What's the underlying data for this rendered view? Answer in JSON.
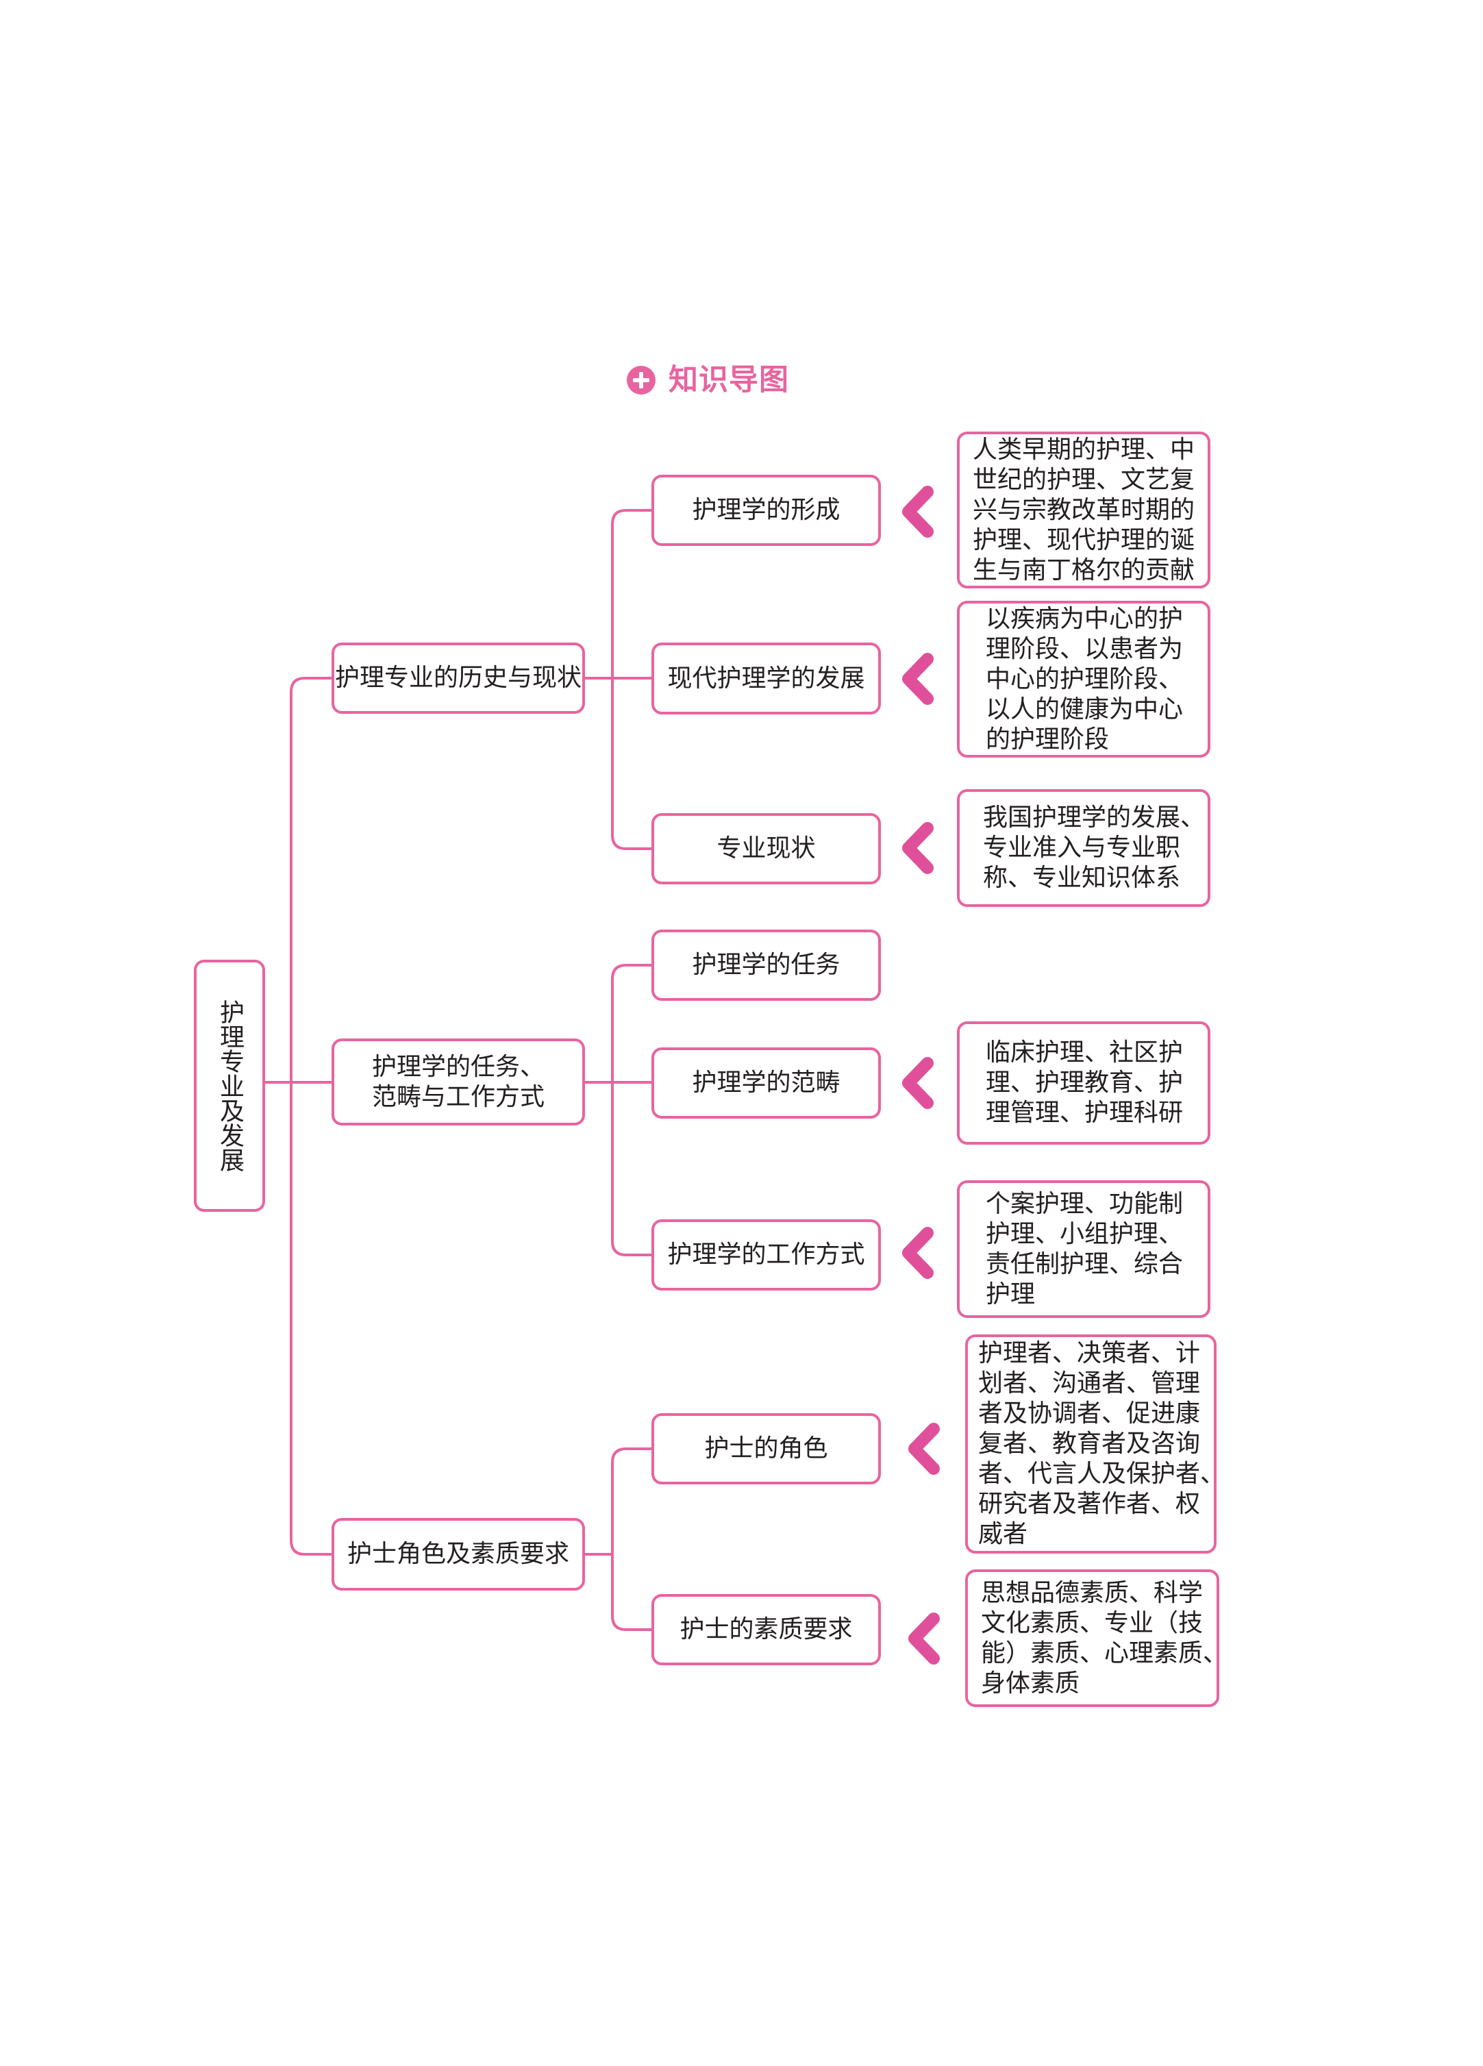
{
  "title": {
    "text": "知识导图",
    "icon": "plus-circle-icon"
  },
  "colors": {
    "accent": "#E8649F",
    "chevron": "#E0509A",
    "ink": "#231F20",
    "background": "#FFFFFF"
  },
  "chevron_icon": "chevron-left-icon",
  "root": {
    "label": "护理专业及发展"
  },
  "branches": [
    {
      "label_lines": [
        "护理专业的历史与现状"
      ],
      "children": [
        {
          "label": "护理学的形成",
          "detail_lines": [
            "人类早期的护理、中",
            "世纪的护理、文艺复",
            "兴与宗教改革时期的",
            "护理、现代护理的诞",
            "生与南丁格尔的贡献"
          ]
        },
        {
          "label": "现代护理学的发展",
          "detail_lines": [
            "以疾病为中心的护",
            "理阶段、以患者为",
            "中心的护理阶段、",
            "以人的健康为中心",
            "的护理阶段"
          ]
        },
        {
          "label": "专业现状",
          "detail_lines": [
            "我国护理学的发展、",
            "专业准入与专业职",
            "称、专业知识体系"
          ]
        }
      ]
    },
    {
      "label_lines": [
        "护理学的任务、",
        "范畴与工作方式"
      ],
      "children": [
        {
          "label": "护理学的任务"
        },
        {
          "label": "护理学的范畴",
          "detail_lines": [
            "临床护理、社区护",
            "理、护理教育、护",
            "理管理、护理科研"
          ]
        },
        {
          "label": "护理学的工作方式",
          "detail_lines": [
            "个案护理、功能制",
            "护理、小组护理、",
            "责任制护理、综合",
            "护理"
          ]
        }
      ]
    },
    {
      "label_lines": [
        "护士角色及素质要求"
      ],
      "children": [
        {
          "label": "护士的角色",
          "detail_lines": [
            "护理者、决策者、计",
            "划者、沟通者、管理",
            "者及协调者、促进康",
            "复者、教育者及咨询",
            "者、代言人及保护者、",
            "研究者及著作者、权",
            "威者"
          ]
        },
        {
          "label": "护士的素质要求",
          "detail_lines": [
            "思想品德素质、科学",
            "文化素质、专业（技",
            "能）素质、心理素质、",
            "身体素质"
          ]
        }
      ]
    }
  ]
}
